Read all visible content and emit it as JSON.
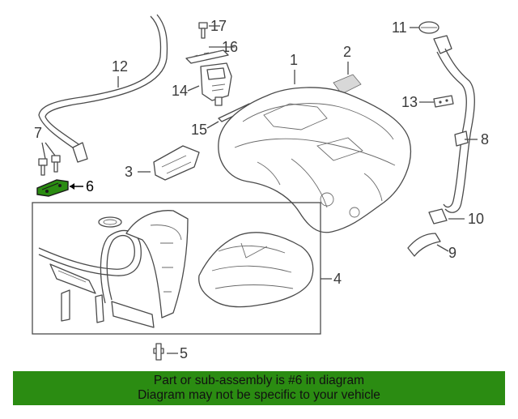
{
  "callouts": {
    "c1": "1",
    "c2": "2",
    "c3": "3",
    "c4": "4",
    "c5": "5",
    "c6": "6",
    "c7": "7",
    "c8": "8",
    "c9": "9",
    "c10": "10",
    "c11": "11",
    "c12": "12",
    "c13": "13",
    "c14": "14",
    "c15": "15",
    "c16": "16",
    "c17": "17"
  },
  "highlight": {
    "part_number": "6",
    "color": "#2b8c12"
  },
  "banner": {
    "line1": "Part or sub-assembly is #6 in diagram",
    "line2": "Diagram may not be specific to your vehicle",
    "background": "#2b8c12"
  }
}
